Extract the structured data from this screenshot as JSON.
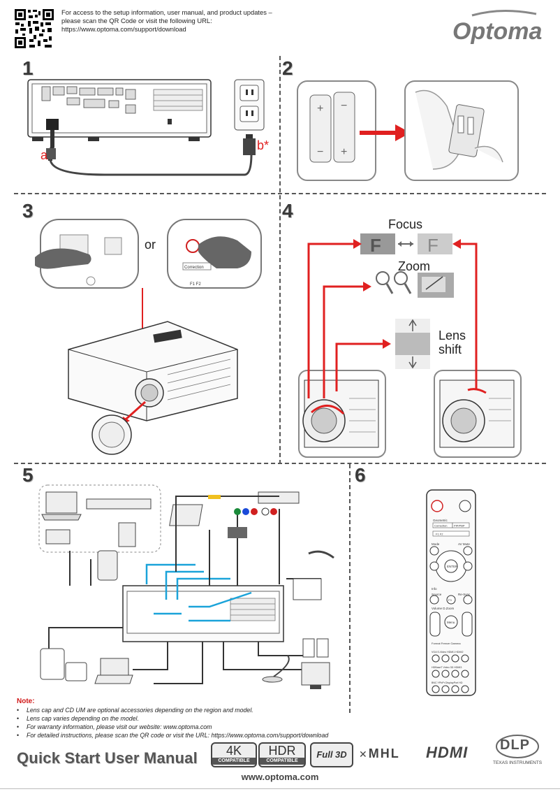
{
  "header": {
    "text_line1": "For access to the setup information, user manual, and product updates –",
    "text_line2": "please scan the QR Code or visit the following URL:",
    "text_line3": "https://www.optoma.com/support/download",
    "brand": "Optoma"
  },
  "steps": {
    "s1": "1",
    "s2": "2",
    "s3": "3",
    "s4": "4",
    "s5": "5",
    "s6": "6"
  },
  "step1": {
    "label_a": "a",
    "label_b": "b*"
  },
  "step3": {
    "or_label": "or",
    "remote_row1": "Correction",
    "remote_row2": "F1 F2"
  },
  "step4": {
    "focus": "Focus",
    "zoom": "Zoom",
    "lens_line1": "Lens",
    "lens_line2": "shift",
    "focus_glyph": "F"
  },
  "remote": {
    "geometric": "Geometric",
    "correction": "Correction",
    "pip": "PIP/PBP",
    "f1f2": "F1 F2",
    "mode": "Mode",
    "av_mute": "AV Mute",
    "enter": "ENTER",
    "info": "Info",
    "source": "Source",
    "resync": "Re-Sync",
    "f3": "F3",
    "volume_zoom": "Volume D.Zoom",
    "menu": "Menu",
    "format_row": "Format Freeze Gamma",
    "row_labels_1": "VGA  S-Video  HDMI1  HDMI2",
    "row_labels_2": "HDBaseT Video  3D  HDMI3",
    "row_labels_3": "BNC  YPbPr  DisplayPort  HD"
  },
  "notes": {
    "title": "Note:",
    "items": [
      "Lens cap and CD UM are optional accessories depending on the region and model.",
      "Lens cap varies depending on the model.",
      "For warranty information, please visit our website: www.optoma.com",
      "For detailed instructions, please scan the QR code or visit the URL: https://www.optoma.com/support/download"
    ]
  },
  "footer": {
    "title": "Quick Start User Manual",
    "badge_4k": "4K",
    "badge_4k_sub": "COMPATIBLE",
    "badge_hdr": "HDR",
    "badge_hdr_sub": "COMPATIBLE",
    "badge_3d": "Full 3D",
    "mhl": "MHL",
    "hdmi": "HDMI",
    "dlp": "DLP",
    "dlp_sub": "TEXAS INSTRUMENTS",
    "url": "www.optoma.com"
  },
  "colors": {
    "accent_red": "#e02020",
    "gray_dark": "#3a3a3a",
    "cable_blue": "#1aa3d9"
  }
}
